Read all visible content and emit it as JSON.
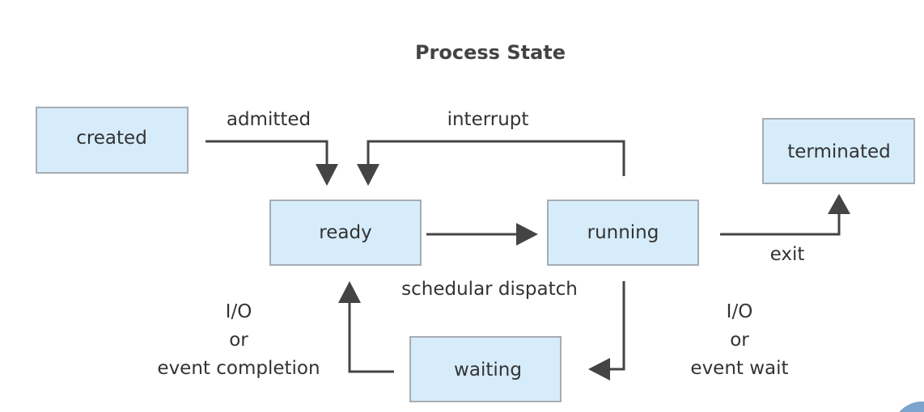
{
  "title": "Process State",
  "states": {
    "created": "created",
    "ready": "ready",
    "running": "running",
    "terminated": "terminated",
    "waiting": "waiting"
  },
  "transitions": {
    "admitted": "admitted",
    "interrupt": "interrupt",
    "dispatch": "schedular dispatch",
    "exit": "exit",
    "io_completion": [
      "I/O",
      "or",
      "event completion"
    ],
    "io_wait": [
      "I/O",
      "or",
      "event wait"
    ]
  },
  "colors": {
    "box_fill": "#d6ecfb",
    "box_border": "#a6adb4",
    "arrow": "#444444",
    "corner_circle": "#7ba3cc"
  }
}
